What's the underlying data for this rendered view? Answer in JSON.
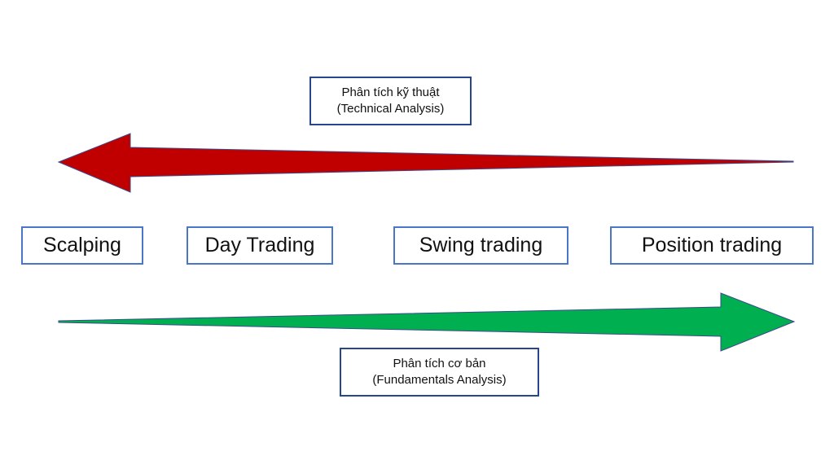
{
  "technical_analysis": {
    "line1": "Phân tích kỹ thuật",
    "line2": "(Technical Analysis)"
  },
  "fundamental_analysis": {
    "line1": "Phân tích cơ bản",
    "line2": "(Fundamentals Analysis)"
  },
  "styles": {
    "scalping": "Scalping",
    "day_trading": "Day Trading",
    "swing_trading": "Swing trading",
    "position_trading": "Position trading"
  },
  "colors": {
    "technical_arrow": "#c00000",
    "fundamental_arrow": "#00b050",
    "box_border": "#2f4f8f"
  },
  "icons": {
    "technical_arrow": "arrow-left-icon",
    "fundamental_arrow": "arrow-right-icon"
  }
}
